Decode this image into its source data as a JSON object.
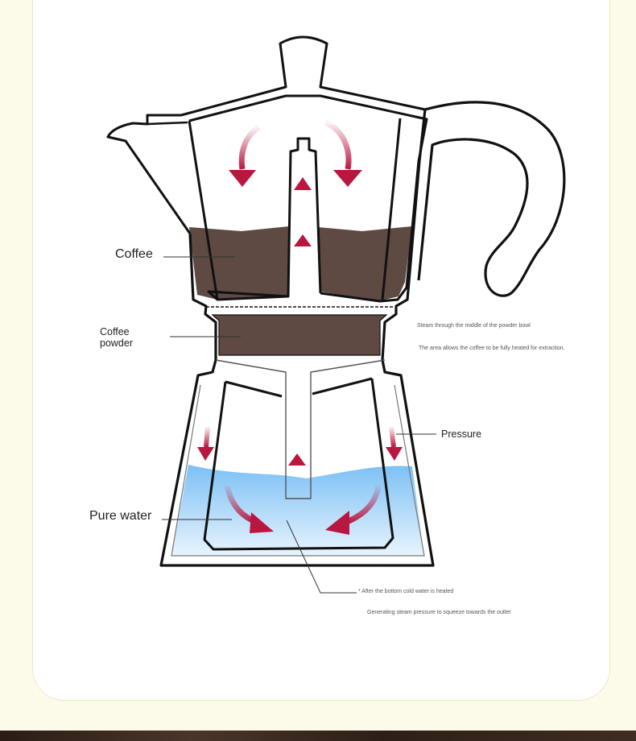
{
  "labels": {
    "coffee": "Coffee",
    "coffee_powder_line1": "Coffee",
    "coffee_powder_line2": "powder",
    "pressure": "Pressure",
    "pure_water": "Pure water"
  },
  "notes": {
    "steam_line1": "Steam through the middle of the powder bowl",
    "steam_line2": "The area allows the coffee to be fully heated for extraction.",
    "bottom_line1": "* After the bottom cold water is heated",
    "bottom_line2": "Generating steam pressure to squeeze towards the outlet"
  },
  "colors": {
    "background": "#fcfbe9",
    "card": "#ffffff",
    "outline": "#111111",
    "coffee": "#5e4a42",
    "water": "#7cc0f5",
    "arrow": "#b8183f"
  }
}
